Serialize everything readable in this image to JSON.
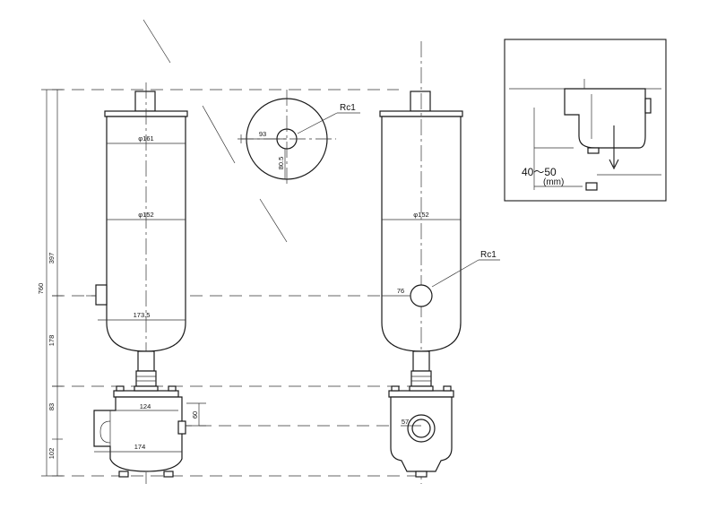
{
  "dimensions": {
    "total_height": "760",
    "upper_height": "397",
    "middle_height": "178",
    "body_height_a": "83",
    "body_height_b": "102",
    "flange_dia": "φ161",
    "bowl_dia_left": "φ152",
    "bowl_dia_right": "φ152",
    "inlet_offset": "173.5",
    "body_width_upper": "124",
    "body_width_lower": "174",
    "body_side": "60",
    "top_offset_x": "93",
    "top_offset_y": "80.5",
    "port_offset_right": "76",
    "port_offset_body": "57"
  },
  "labels": {
    "port_top": "Rc1",
    "port_side": "Rc1",
    "clearance_value": "40～50",
    "clearance_unit": "(mm)"
  }
}
